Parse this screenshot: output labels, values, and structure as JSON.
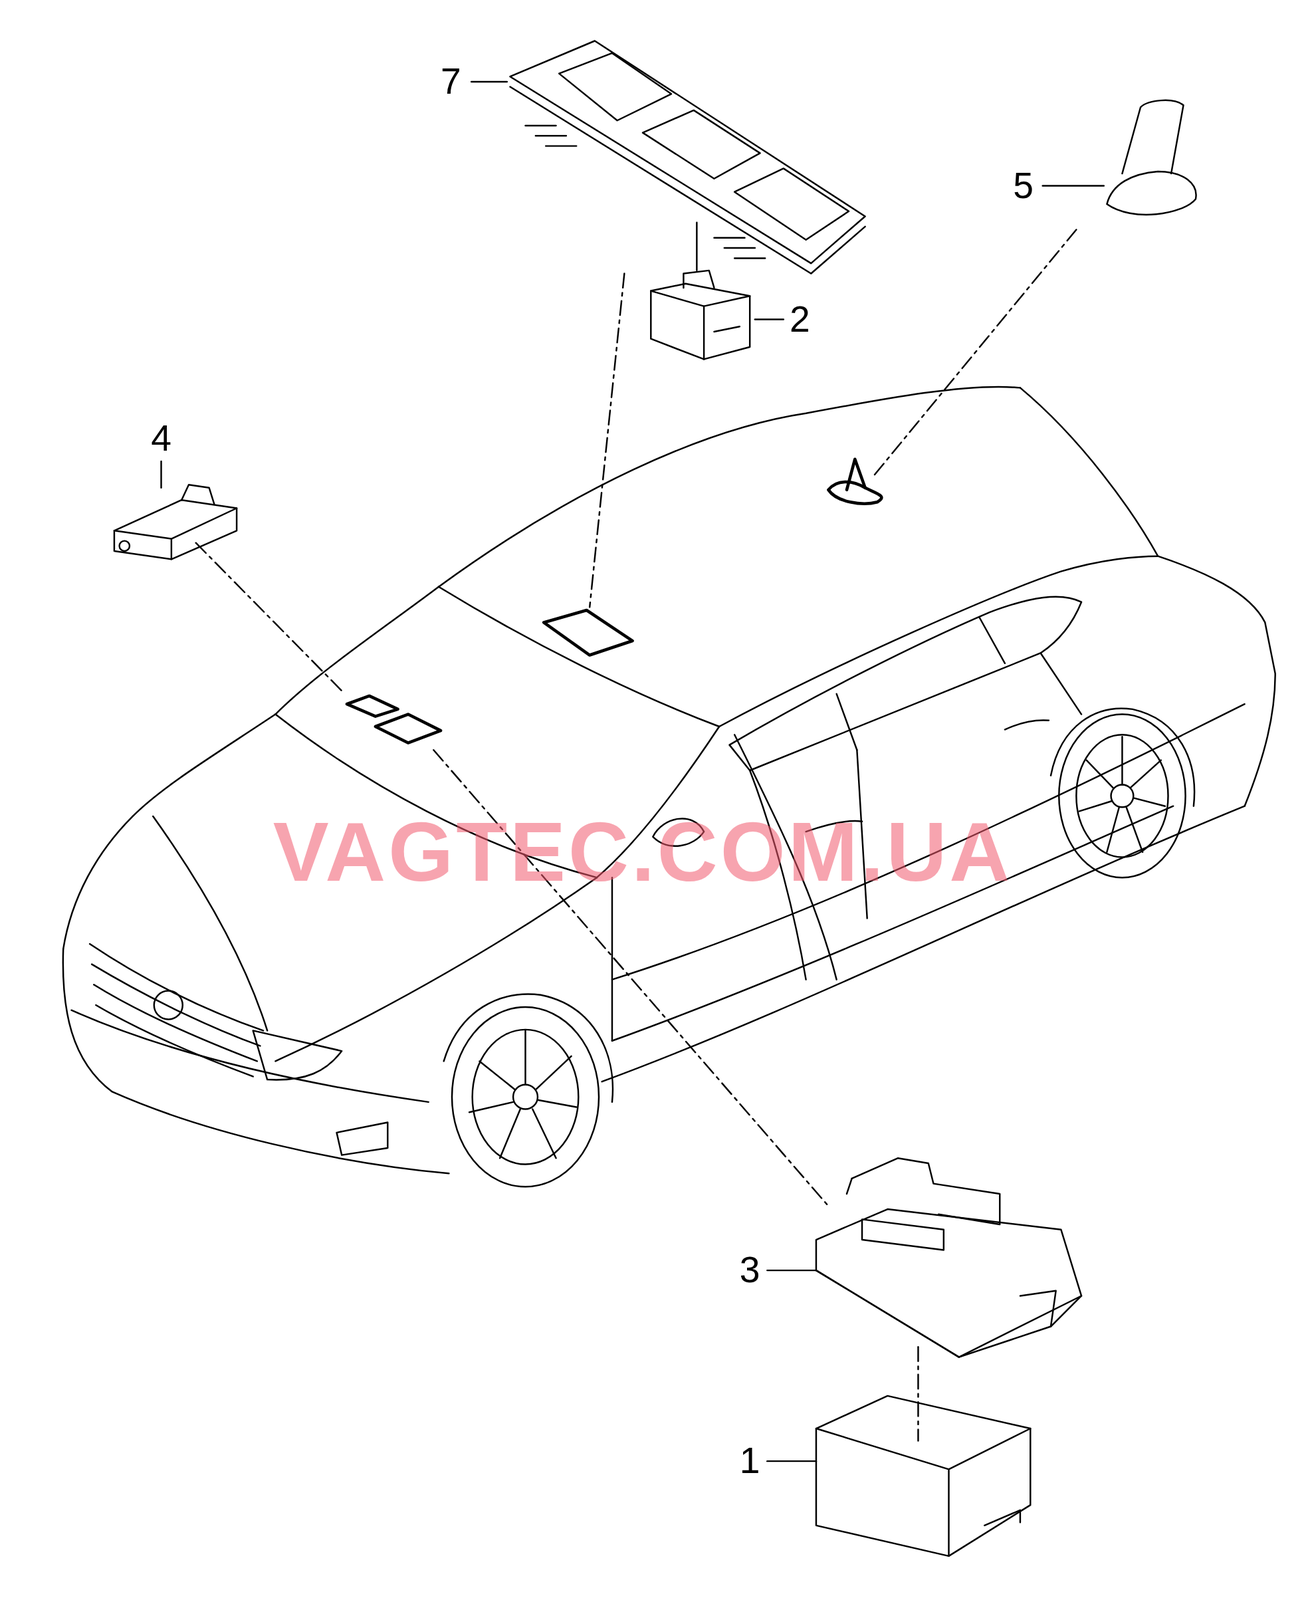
{
  "diagram": {
    "labels": [
      "7",
      "5",
      "2",
      "4",
      "3",
      "1",
      "VAGTEC.COM.UA"
    ]
  }
}
